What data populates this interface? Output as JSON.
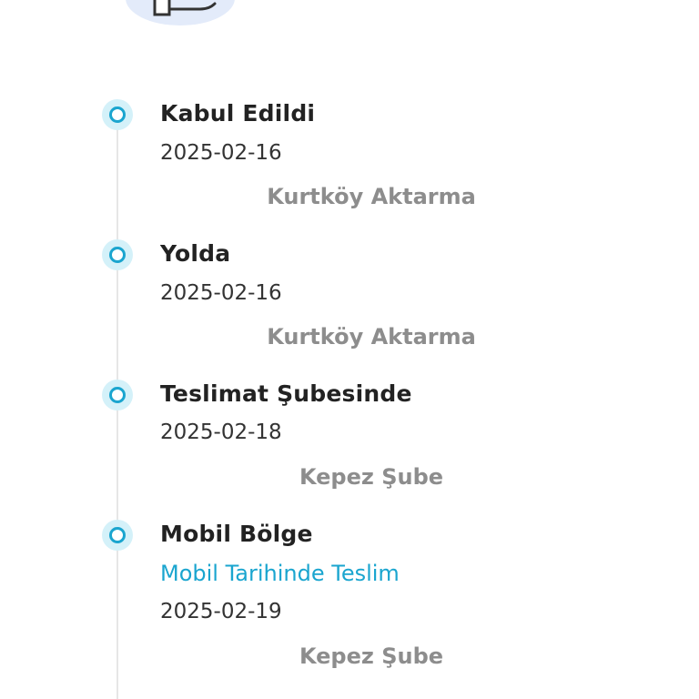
{
  "tracking": {
    "events": [
      {
        "status": "Kabul Edildi",
        "date": "2025-02-16",
        "location": "Kurtköy Aktarma"
      },
      {
        "status": "Yolda",
        "date": "2025-02-16",
        "location": "Kurtköy Aktarma"
      },
      {
        "status": "Teslimat Şubesinde",
        "date": "2025-02-18",
        "location": "Kepez Şube"
      },
      {
        "status": "Mobil Bölge",
        "note": "Mobil Tarihinde Teslim",
        "date": "2025-02-19",
        "location": "Kepez Şube"
      }
    ]
  },
  "colors": {
    "accent": "#1aa5cf",
    "status_text": "#222222",
    "location_text": "#8d8d8d",
    "timeline_line": "#e6e6e6"
  },
  "icons": {
    "header_illustration": "hand-holding-package-icon",
    "timeline_marker": "timeline-dot-icon"
  }
}
